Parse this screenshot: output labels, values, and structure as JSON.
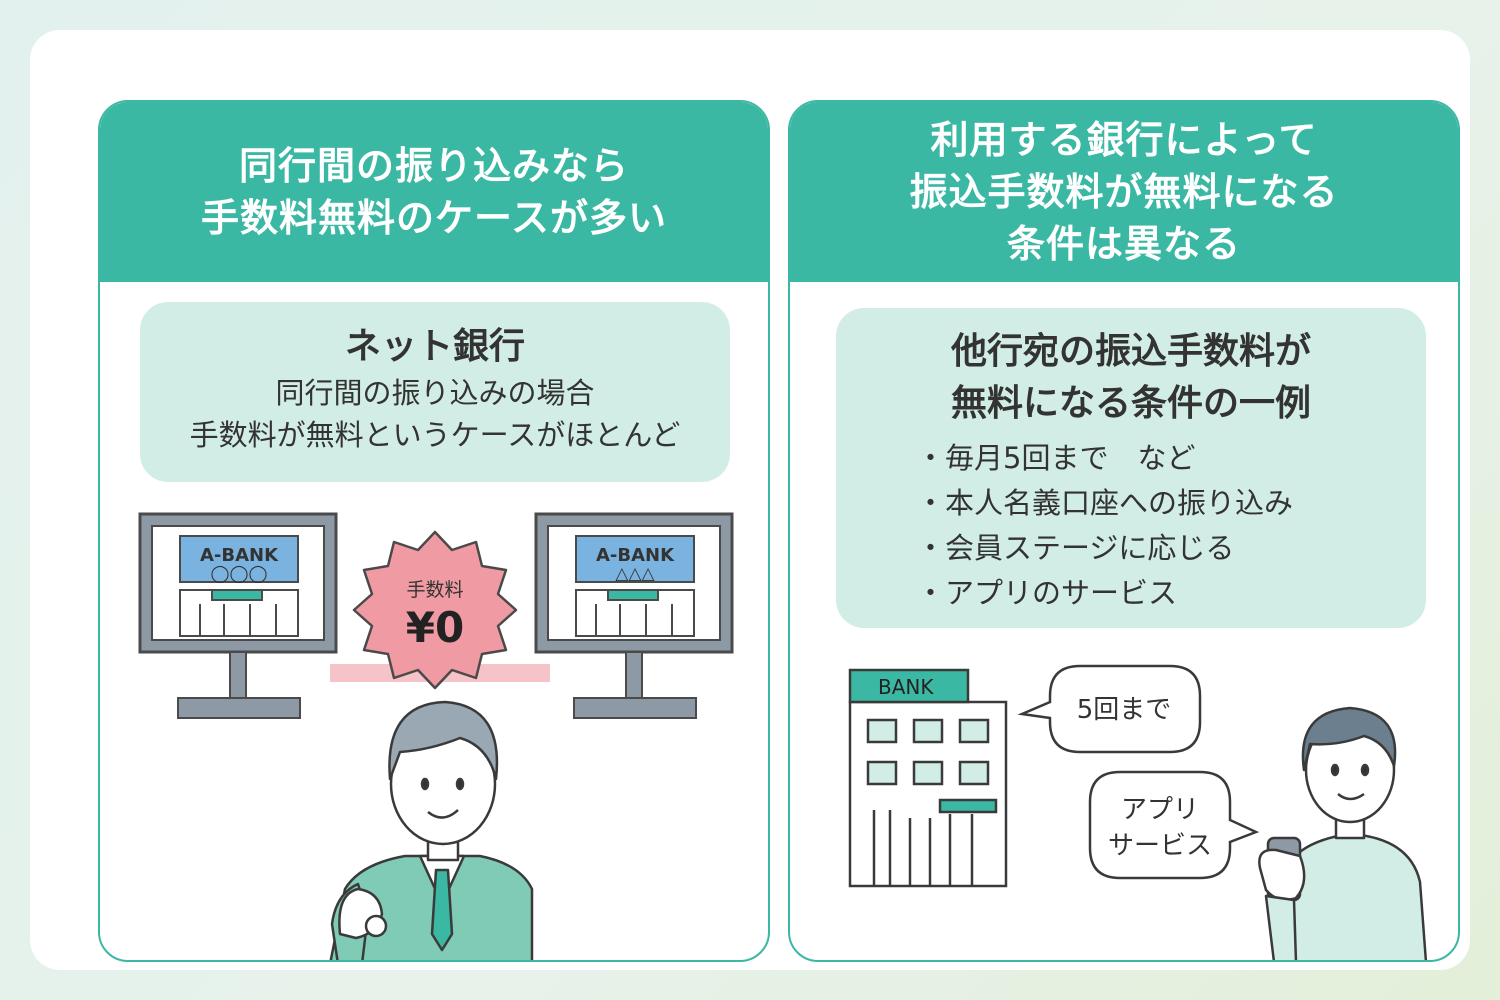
{
  "left": {
    "heading": [
      "同行間の振り込みなら",
      "手数料無料のケースが多い"
    ],
    "box_title": "ネット銀行",
    "box_lines": [
      "同行間の振り込みの場合",
      "手数料が無料というケースがほとんど"
    ],
    "bank_left_name": "A-BANK",
    "bank_left_sub": "◯◯◯",
    "bank_right_name": "A-BANK",
    "bank_right_sub": "△△△",
    "badge_label": "手数料",
    "badge_value": "¥0"
  },
  "right": {
    "heading": [
      "利用する銀行によって",
      "振込手数料が無料になる",
      "条件は異なる"
    ],
    "box_title": [
      "他行宛の振込手数料が",
      "無料になる条件の一例"
    ],
    "bullets": [
      "毎月5回まで　など",
      "本人名義口座への振り込み",
      "会員ステージに応じる",
      "アプリのサービス"
    ],
    "building_sign": "BANK",
    "bubble_bank": "5回まで",
    "bubble_user": [
      "アプリ",
      "サービス"
    ]
  },
  "colors": {
    "teal": "#3bb8a3",
    "mint": "#d2ede6",
    "badge_pink": "#f09aa3",
    "screen_blue": "#7ab3e0",
    "suit_green": "#7fcbb5",
    "hair_gray": "#9aa8b3"
  }
}
